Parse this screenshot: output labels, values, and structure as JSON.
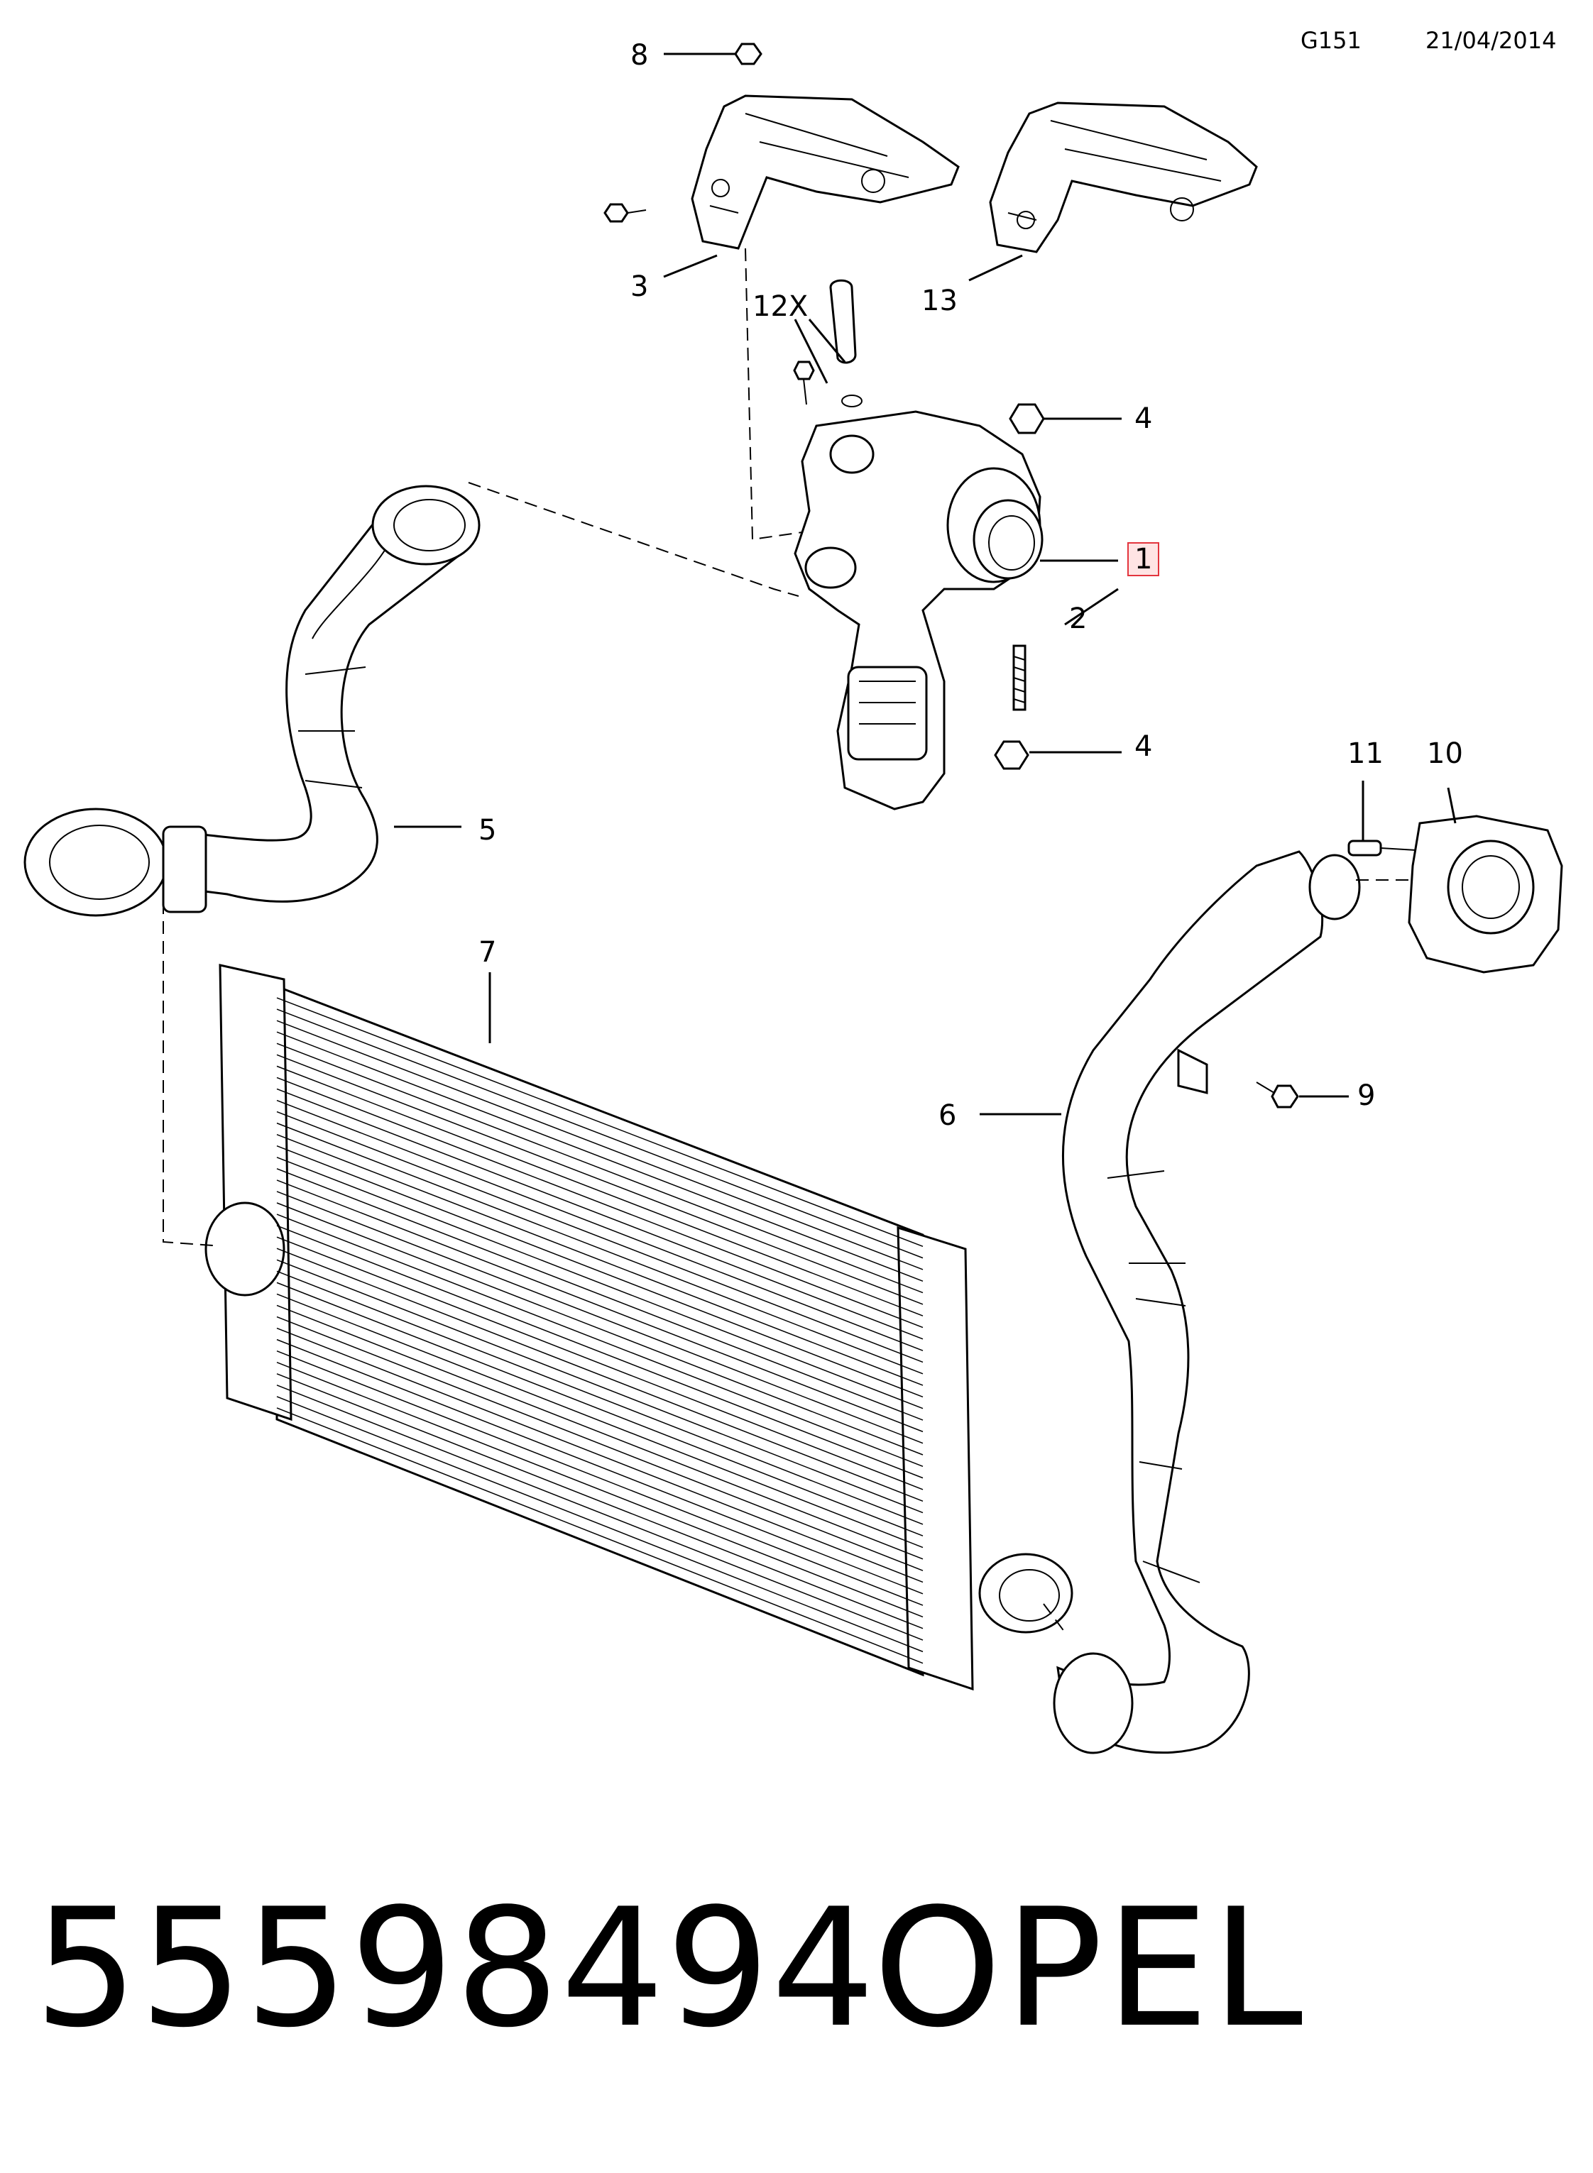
{
  "header": {
    "code": "G151",
    "date": "21/04/2014"
  },
  "footer": {
    "part_number": "55598494",
    "brand": "OPEL"
  },
  "callouts": [
    {
      "id": "c8",
      "label": "8"
    },
    {
      "id": "c3",
      "label": "3"
    },
    {
      "id": "c13",
      "label": "13"
    },
    {
      "id": "c12",
      "label": "12X"
    },
    {
      "id": "c4a",
      "label": "4"
    },
    {
      "id": "c1",
      "label": "1",
      "highlighted": true
    },
    {
      "id": "c2",
      "label": "2"
    },
    {
      "id": "c4b",
      "label": "4"
    },
    {
      "id": "c5",
      "label": "5"
    },
    {
      "id": "c11",
      "label": "11"
    },
    {
      "id": "c10",
      "label": "10"
    },
    {
      "id": "c7",
      "label": "7"
    },
    {
      "id": "c9",
      "label": "9"
    },
    {
      "id": "c6",
      "label": "6"
    }
  ],
  "colors": {
    "line": "#000000",
    "highlight_border": "#e3343d",
    "highlight_fill": "#ffe4e4",
    "background": "#ffffff"
  }
}
